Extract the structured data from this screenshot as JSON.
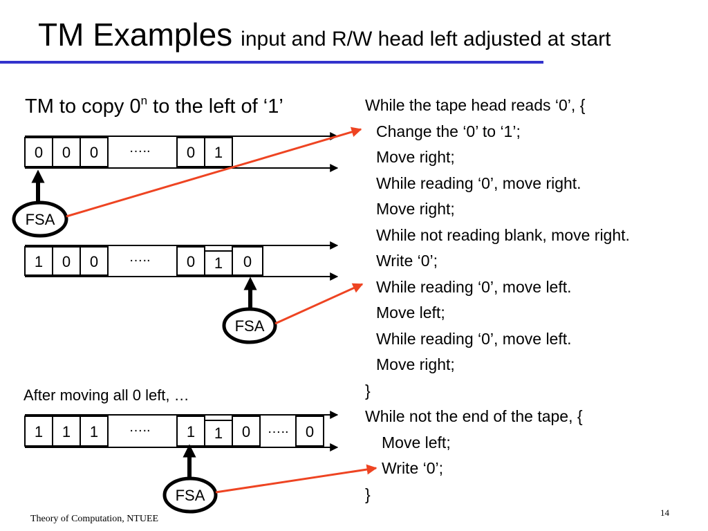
{
  "slide": {
    "title": "TM Examples",
    "subtitle": "input and R/W head left adjusted at start",
    "accent_color": "#3333cc",
    "arrow_color": "#ee4422",
    "page_number": "14",
    "footer": "Theory of Computation, NTUEE"
  },
  "left": {
    "heading_prefix": "TM to copy 0",
    "heading_sup": "n",
    "heading_suffix": " to the left of ‘1’",
    "after_label": "After moving all 0 left, …",
    "ellipsis": "…..",
    "fsa_label": "FSA",
    "tape1": [
      "0",
      "0",
      "0",
      "0",
      "1"
    ],
    "tape2": [
      "1",
      "0",
      "0",
      "0",
      "1",
      "0"
    ],
    "tape3": [
      "1",
      "1",
      "1",
      "1",
      "1",
      "0",
      "0"
    ]
  },
  "algorithm": [
    "While the tape head reads ‘0’, {",
    "Change the ‘0’ to ‘1’;",
    "Move right;",
    "While reading ‘0’, move right.",
    "Move right;",
    "While not reading blank, move right.",
    "Write ‘0’;",
    "While reading ‘0’, move left.",
    "Move left;",
    "While reading ‘0’, move left.",
    "Move right;",
    "}",
    "While not the end of the tape, {",
    "Move left;",
    "Write ‘0’;",
    "}"
  ]
}
